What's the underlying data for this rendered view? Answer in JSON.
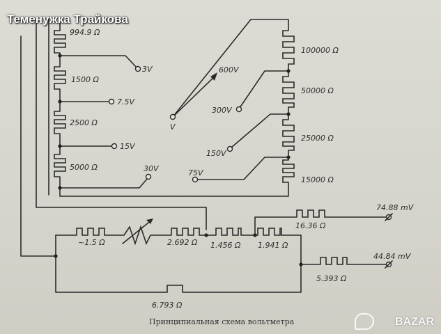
{
  "overlay": {
    "seller_name": "Теменужка Трайкова",
    "watermark_text": "BAZAR",
    "watermark_icon": "speech-bubble-icon"
  },
  "diagram": {
    "caption": "Принципиальная схема вольтметра",
    "resistors": {
      "r_994_9": "994.9 Ω",
      "r_1500": "1500 Ω",
      "r_2500": "2500 Ω",
      "r_5000": "5000 Ω",
      "r_100000": "100000 Ω",
      "r_50000": "50000 Ω",
      "r_25000": "25000 Ω",
      "r_15000": "15000 Ω",
      "r_1_5": "~1.5 Ω",
      "r_2_692": "2.692 Ω",
      "r_1_456": "1.456 Ω",
      "r_1_941": "1.941 Ω",
      "r_16_36": "16.36 Ω",
      "r_5_393": "5.393 Ω",
      "r_6_793": "6.793 Ω"
    },
    "terminals": {
      "t_3v": "3V",
      "t_7_5v": "7.5V",
      "t_15v": "15V",
      "t_30v": "30V",
      "t_600v": "600V",
      "t_300v": "300V",
      "t_150v": "150V",
      "t_75v": "75V",
      "t_v": "V",
      "t_74_88mv": "74.88 mV",
      "t_44_84mv": "44.84 mV"
    }
  }
}
